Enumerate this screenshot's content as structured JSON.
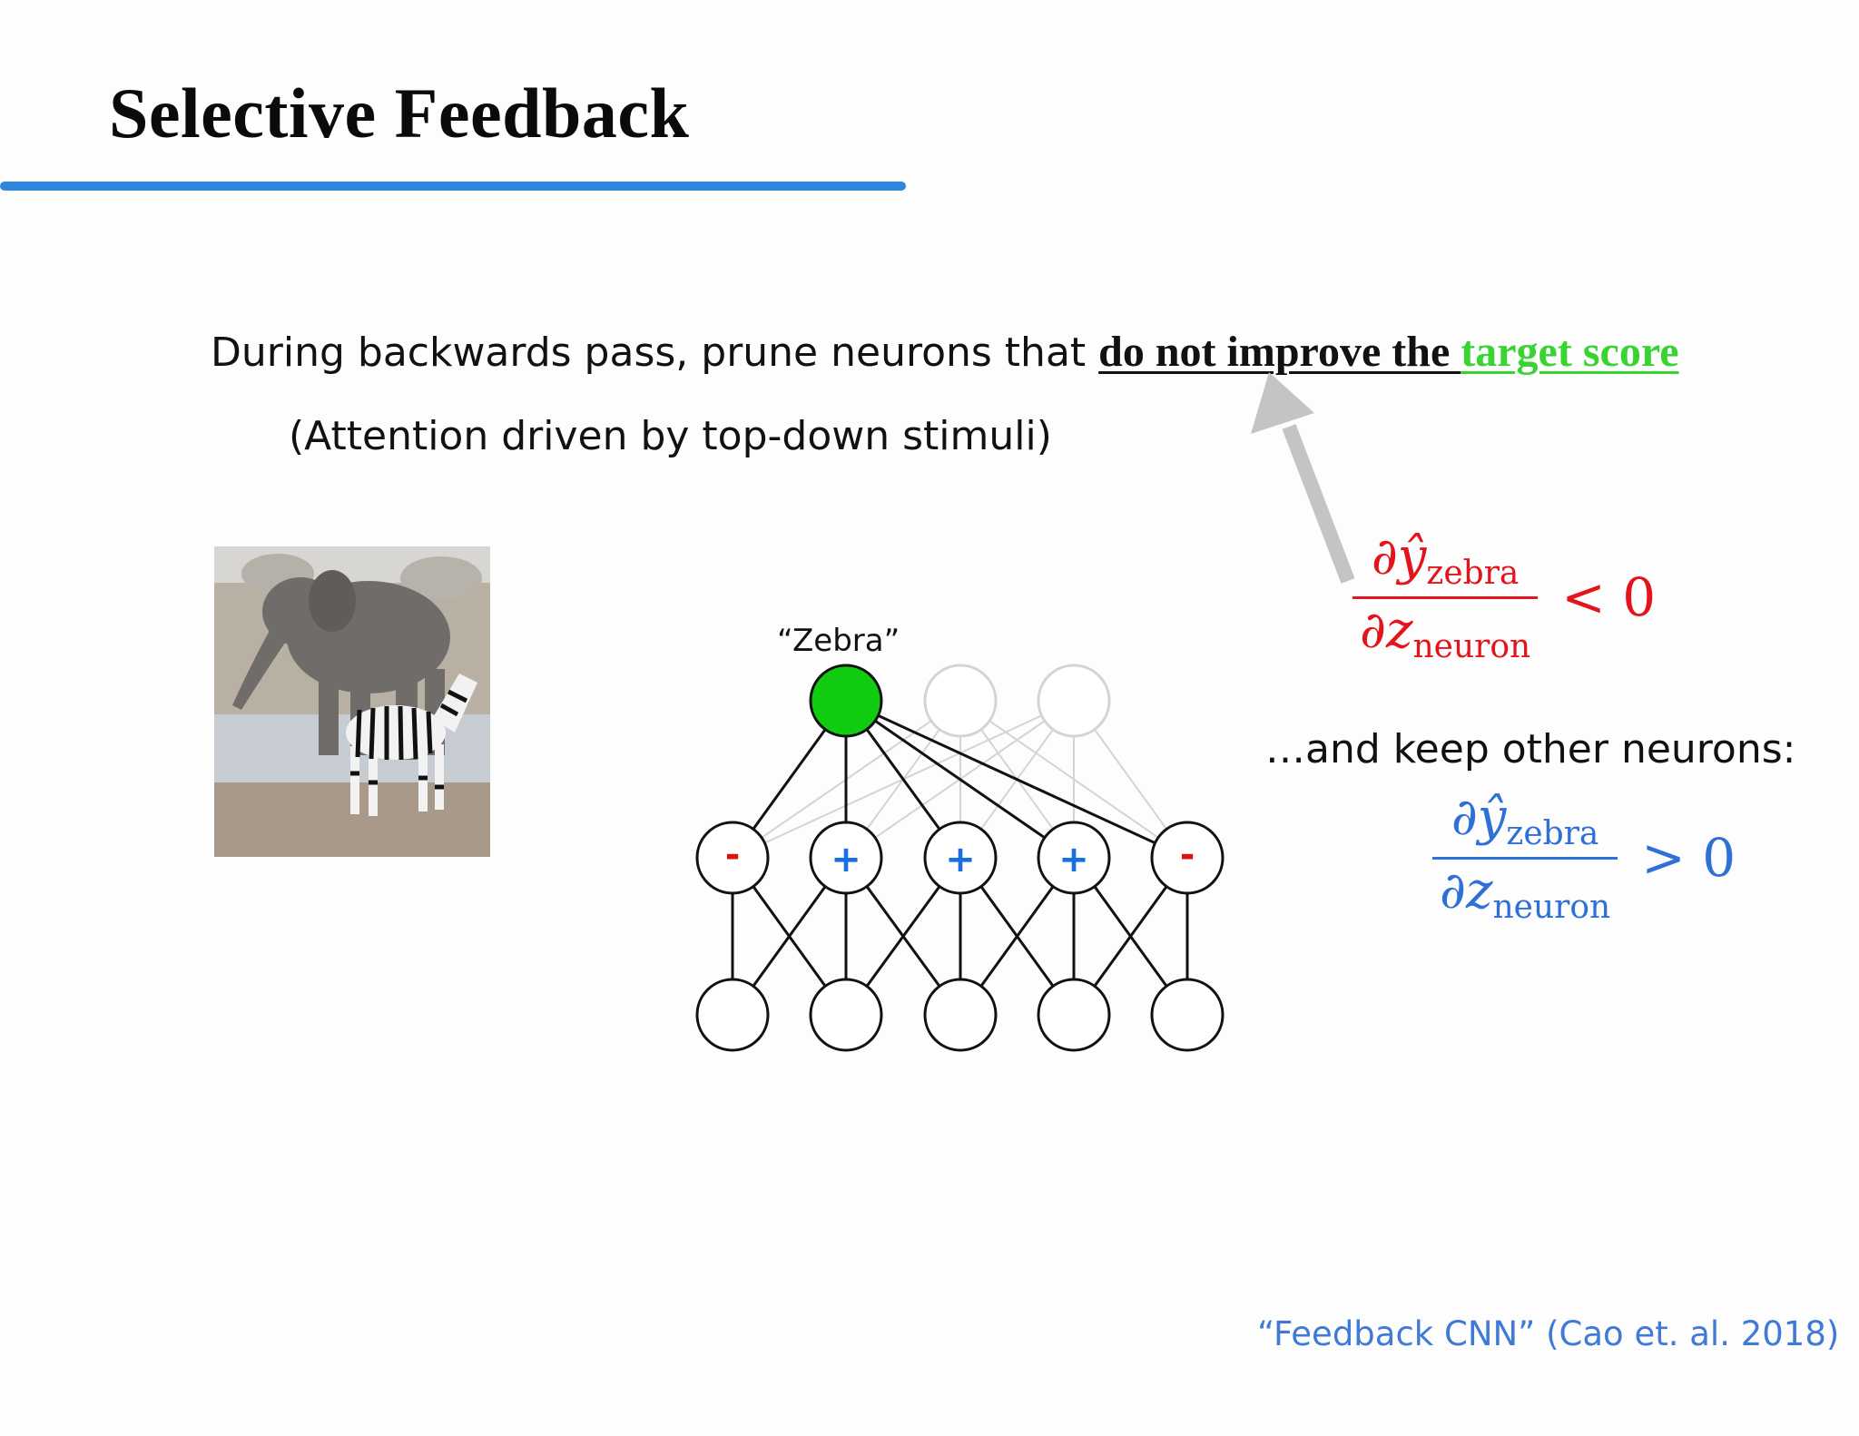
{
  "slide": {
    "title": "Selective Feedback",
    "line1_prefix": "During backwards pass, prune neurons that ",
    "line1_emphasis": "do not improve the ",
    "line1_green": "target score",
    "line2": "(Attention driven by top-down stimuli)",
    "keep_line": "…and keep other neurons:",
    "citation": "“Feedback CNN” (Cao et. al. 2018)"
  },
  "network": {
    "output_label": "“Zebra”",
    "hidden_signs": [
      "-",
      "+",
      "+",
      "+",
      "-"
    ],
    "colors": {
      "active_output": "#11cc11",
      "positive": "#1a6fe0",
      "negative": "#e01010",
      "faded": "#cfcfcf"
    }
  },
  "formulas": {
    "red": {
      "numerator_symbol": "∂ŷ",
      "numerator_sub": "zebra",
      "denominator_symbol": "∂z",
      "denominator_sub": "neuron",
      "relation": "< 0"
    },
    "blue": {
      "numerator_symbol": "∂ŷ",
      "numerator_sub": "zebra",
      "denominator_symbol": "∂z",
      "denominator_sub": "neuron",
      "relation": "> 0"
    }
  }
}
